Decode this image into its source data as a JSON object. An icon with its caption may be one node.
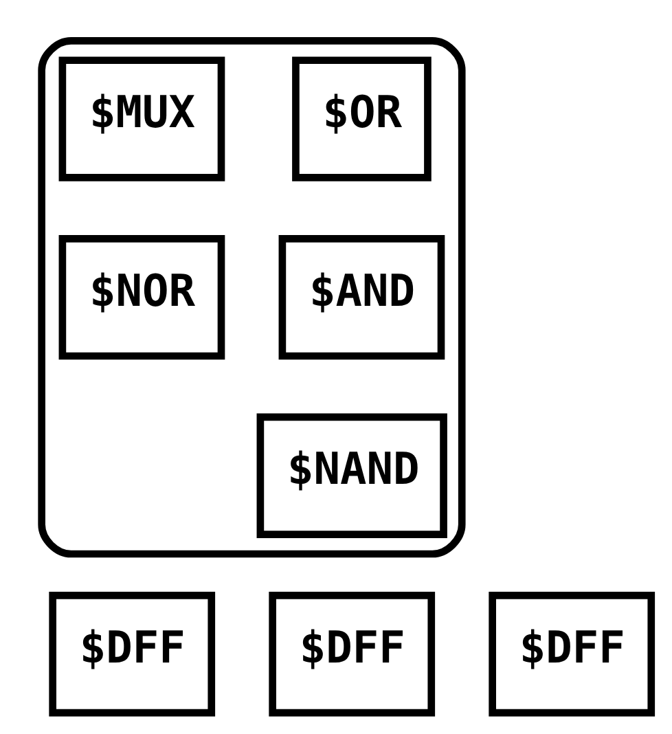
{
  "diagram": {
    "nodes": [
      {
        "text": [],
        "shape": "cloud"
      },
      {
        "text": [
          "$OR"
        ],
        "in": 0
      },
      {
        "text": [
          "$MUX"
        ],
        "in": 0
      },
      {
        "text": [
          "$AND"
        ],
        "in": 0
      },
      {
        "text": [
          "$NOR"
        ],
        "in": 0
      },
      {
        "text": [
          "$NAND"
        ],
        "in": 0
      },
      {
        "text": [
          "$DFF"
        ]
      },
      {
        "text": [
          "$DFF"
        ]
      },
      {
        "text": [
          "$DFF"
        ]
      }
    ],
    "edges": []
  }
}
